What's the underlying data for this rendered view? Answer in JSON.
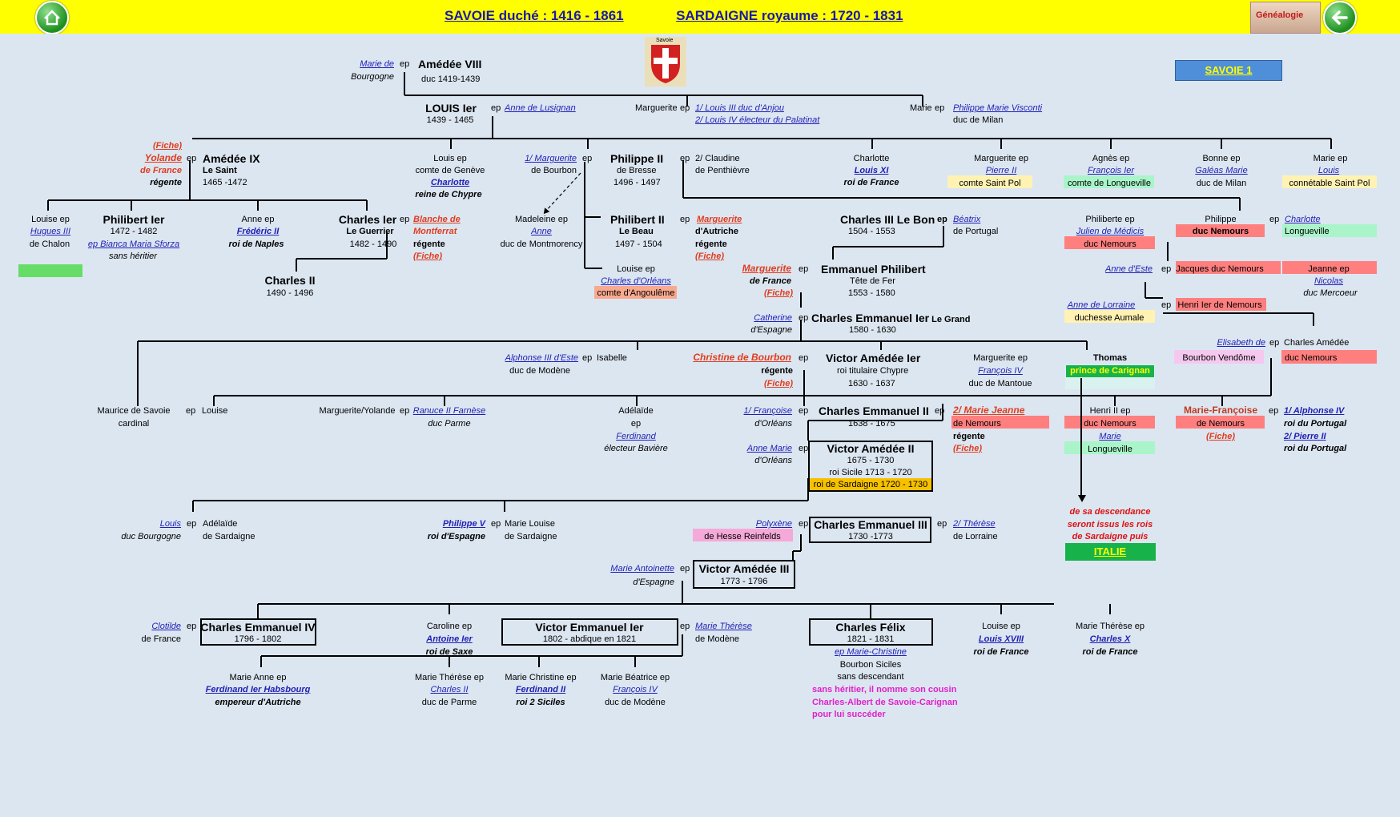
{
  "header": {
    "title_left": "SAVOIE duché : 1416 - 1861",
    "title_right": "SARDAIGNE royaume : 1720 - 1831",
    "logo_label": "Généalogie",
    "home_icon": "home-icon",
    "back_icon": "back-arrow-icon",
    "crest_label": "Savoie"
  },
  "nav": {
    "savoie1": "SAVOIE 1"
  },
  "colors": {
    "header": "#ffff00",
    "bg": "#dce6f1",
    "green": "#66dd66",
    "salmon": "#ff7f7f",
    "cream": "#fff2b3",
    "mint": "#a9f5c9",
    "orange": "#f9a98e",
    "pink": "#f5a9d8",
    "gold": "#f7c100",
    "blue": "#4f8fd9"
  },
  "texts": {
    "t1": "Marie de",
    "t2": "Bourgogne",
    "t3": "ep",
    "t4": "Amédée VIII",
    "t5": "duc 1419-1439",
    "t6": "LOUIS Ier",
    "t7": "1439 - 1465",
    "t8": "ep",
    "t9": "Anne de Lusignan",
    "t10": "Marguerite",
    "t11": "ep",
    "t12": "1/ Louis III duc d'Anjou",
    "t13": "2/ Louis IV électeur du Palatinat",
    "t14": "Marie",
    "t15": "ep",
    "t16": "Philippe Marie Visconti",
    "t17": "duc de Milan",
    "t18": "(Fiche)",
    "t19": "Yolande",
    "t20": "de France",
    "t21": "régente",
    "t22": "ep",
    "t23": "Amédée IX",
    "t24": "Le Saint",
    "t25": "1465 -1472",
    "t26": "Louis ep",
    "t27": "comte de Genève",
    "t28": "Charlotte",
    "t29": "reine de Chypre",
    "t30": "1/ Marguerite",
    "t31": "de Bourbon",
    "t32": "ep",
    "t33": "Philippe II",
    "t34": "de Bresse",
    "t35": "1496 - 1497",
    "t36": "ep",
    "t37": "2/ Claudine",
    "t38": "de Penthièvre",
    "t39": "Charlotte",
    "t40": "Louis XI",
    "t41": "roi de France",
    "t42": "Marguerite ep",
    "t43": "Pierre II",
    "t44": "comte Saint Pol",
    "t45": "Agnès ep",
    "t46": "François Ier",
    "t47": "comte de Longueville",
    "t48": "Bonne ep",
    "t49": "Galéas Marie",
    "t50": "duc de Milan",
    "t51": "Marie ep",
    "t52": "Louis",
    "t53": "connétable Saint Pol",
    "t54": "Louise ep",
    "t55": "Hugues III",
    "t56": "de Chalon",
    "t57": "Philibert Ier",
    "t58": "1472 - 1482",
    "t59": "ep Bianca Maria Sforza",
    "t60": "sans héritier",
    "t61": "Anne ep",
    "t62": "Frédéric II",
    "t63": "roi de Naples",
    "t64": "Charles Ier",
    "t65": "Le Guerrier",
    "t66": "1482 - 1490",
    "t67": "ep",
    "t68": "Blanche de",
    "t69": "Montferrat",
    "t70": "régente",
    "t71": "(Fiche)",
    "t72": "Madeleine ep",
    "t73": "Anne",
    "t74": "duc de Montmorency",
    "t75": "Philibert II",
    "t76": "Le Beau",
    "t77": "1497 - 1504",
    "t78": "ep",
    "t79": "Marguerite",
    "t80": "d'Autriche",
    "t81": "régente",
    "t82": "(Fiche)",
    "t83": "Charles III Le Bon",
    "t84": "1504 - 1553",
    "t85": "ep",
    "t86": "Béatrix",
    "t87": "de Portugal",
    "t88": "Philiberte ep",
    "t89": "Julien de Médicis",
    "t90": "duc Nemours",
    "t91": "Philippe",
    "t92": "duc Nemours",
    "t93": "ep",
    "t94": "Charlotte",
    "t95": "Longueville",
    "t96": "Charles II",
    "t97": "1490 - 1496",
    "t98": "Louise ep",
    "t99": "Charles d'Orléans",
    "t100": "comte d'Angoulême",
    "t101": "Marguerite",
    "t102": "de France",
    "t103": "(Fiche)",
    "t104": "ep",
    "t105": "Emmanuel Philibert",
    "t106": "Tête de Fer",
    "t107": "1553 - 1580",
    "t108": "Anne d'Este",
    "t109": "ep",
    "t110": "Jacques duc Nemours",
    "t111": "Jeanne ep",
    "t112": "Nicolas",
    "t113": "duc Mercoeur",
    "t114": "Anne de Lorraine",
    "t115": "duchesse Aumale",
    "t116": "ep",
    "t117": "Henri Ier de Nemours",
    "t118": "Catherine",
    "t119": "d'Espagne",
    "t120": "ep",
    "t121": "Charles Emmanuel Ier",
    "t121b": "Le Grand",
    "t122": "1580 - 1630",
    "t123": "Elisabeth de",
    "t124": "ep",
    "t125": "Charles Amédée",
    "t126": "Bourbon Vendôme",
    "t127": "duc Nemours",
    "t128": "Alphonse III d'Este",
    "t129": "ep",
    "t130": "Isabelle",
    "t131": "duc de Modène",
    "t132": "Christine de Bourbon",
    "t133": "régente",
    "t134": "(Fiche)",
    "t135": "ep",
    "t136": "Victor Amédée Ier",
    "t137": "roi titulaire Chypre",
    "t138": "1630 - 1637",
    "t139": "Marguerite ep",
    "t140": "François IV",
    "t141": "duc de Mantoue",
    "t142": "Thomas",
    "t143": "prince de Carignan",
    "t144": "Maurice de Savoie",
    "t145": "cardinal",
    "t146": "ep",
    "t147": "Louise",
    "t148": "Marguerite/Yolande",
    "t149": "ep",
    "t150": "Ranuce II Farnèse",
    "t151": "duc Parme",
    "t152": "Adélaïde",
    "t153": "ep",
    "t154": "Ferdinand",
    "t155": "électeur Bavière",
    "t156": "1/ Françoise",
    "t157": "d'Orléans",
    "t158": "ep",
    "t159": "Charles Emmanuel II",
    "t160": "1638 - 1675",
    "t161": "ep",
    "t162": "2/ Marie Jeanne",
    "t163": "de Nemours",
    "t164": "régente",
    "t165": "(Fiche)",
    "t166": "Henri II ep",
    "t167": "duc Nemours",
    "t168": "Marie",
    "t169": "Longueville",
    "t170": "Marie-Françoise",
    "t171": "de Nemours",
    "t172": "(Fiche)",
    "t173": "ep",
    "t174": "1/ Alphonse IV",
    "t175": "roi du Portugal",
    "t176": "2/ Pierre II",
    "t177": "roi du Portugal",
    "t178": "Anne Marie",
    "t179": "d'Orléans",
    "t180": "ep",
    "t181": "Victor Amédée II",
    "t182": "1675 - 1730",
    "t183": "roi Sicile 1713 - 1720",
    "t184": "roi de Sardaigne 1720 - 1730",
    "t185": "de sa descendance",
    "t186": "seront issus les rois",
    "t187": "de Sardaigne puis",
    "t188": "ITALIE",
    "t189": "Louis",
    "t190": "duc Bourgogne",
    "t191": "ep",
    "t192": "Adélaïde",
    "t193": "de Sardaigne",
    "t194": "Philippe V",
    "t195": "roi d'Espagne",
    "t196": "ep",
    "t197": "Marie Louise",
    "t198": "de Sardaigne",
    "t199": "Polyxène",
    "t200": "de Hesse Reinfelds",
    "t201": "ep",
    "t202": "Charles Emmanuel III",
    "t203": "1730 -1773",
    "t204": "ep",
    "t205": "2/ Thérèse",
    "t206": "de Lorraine",
    "t207": "Marie Antoinette",
    "t208": "d'Espagne",
    "t209": "ep",
    "t210": "Victor Amédée III",
    "t211": "1773 - 1796",
    "t212": "Clotilde",
    "t213": "de France",
    "t214": "ep",
    "t215": "Charles Emmanuel IV",
    "t216": "1796 - 1802",
    "t217": "Caroline ep",
    "t218": "Antoine Ier",
    "t219": "roi de Saxe",
    "t220": "Victor Emmanuel Ier",
    "t221": "1802 - abdique en 1821",
    "t222": "ep",
    "t223": "Marie Thérèse",
    "t224": "de Modène",
    "t225": "Charles Félix",
    "t226": "1821 - 1831",
    "t227": "ep Marie-Christine",
    "t228": "Bourbon Siciles",
    "t229": "sans descendant",
    "t230": "sans héritier, il nomme son cousin",
    "t231": "Charles-Albert de Savoie-Carignan",
    "t232": "pour lui succéder",
    "t233": "Louise ep",
    "t234": "Louis XVIII",
    "t235": "roi de France",
    "t236": "Marie Thérèse ep",
    "t237": "Charles X",
    "t238": "roi de France",
    "t239": "Marie Anne ep",
    "t240": "Ferdinand Ier Habsbourg",
    "t241": "empereur d'Autriche",
    "t242": "Marie Thérèse ep",
    "t243": "Charles II",
    "t244": "duc de Parme",
    "t245": "Marie Christine ep",
    "t246": "Ferdinand II",
    "t247": "roi 2 Siciles",
    "t248": "Marie Béatrice ep",
    "t249": "François IV",
    "t250": "duc de Modène"
  }
}
